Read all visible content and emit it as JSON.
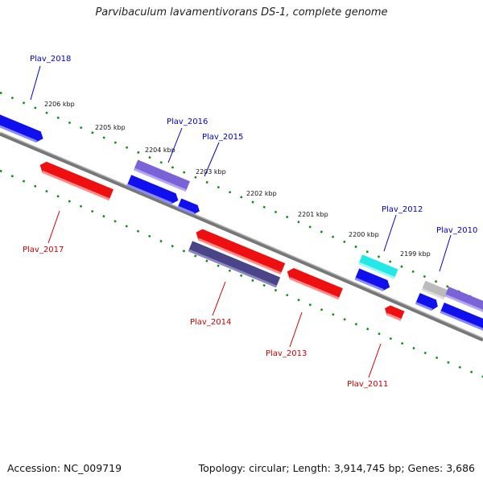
{
  "title": "Parvibaculum lavamentivorans DS-1, complete genome",
  "footer": {
    "accession": "Accession: NC_009719",
    "topology": "Topology: circular; Length: 3,914,745 bp; Genes: 3,686"
  },
  "colors": {
    "forward_label": "#0000cc",
    "reverse_label": "#cc0000",
    "backbone": "#777777",
    "ticks": "#118811",
    "blue": "#1010ee",
    "red": "#ee1010",
    "purple": "#7a62d8",
    "dark_purple": "#4a4488",
    "cyan": "#22e8e8",
    "gray": "#bbbbbb"
  },
  "scale_labels": [
    "2206 kbp",
    "2205 kbp",
    "2204 kbp",
    "2203 kbp",
    "2202 kbp",
    "2201 kbp",
    "2200 kbp",
    "2199 kbp"
  ],
  "gene_labels": {
    "forward": [
      "Plav_2018",
      "Plav_2016",
      "Plav_2015",
      "Plav_2012",
      "Plav_2010"
    ],
    "reverse": [
      "Plav_2017",
      "Plav_2014",
      "Plav_2013",
      "Plav_2011"
    ]
  }
}
